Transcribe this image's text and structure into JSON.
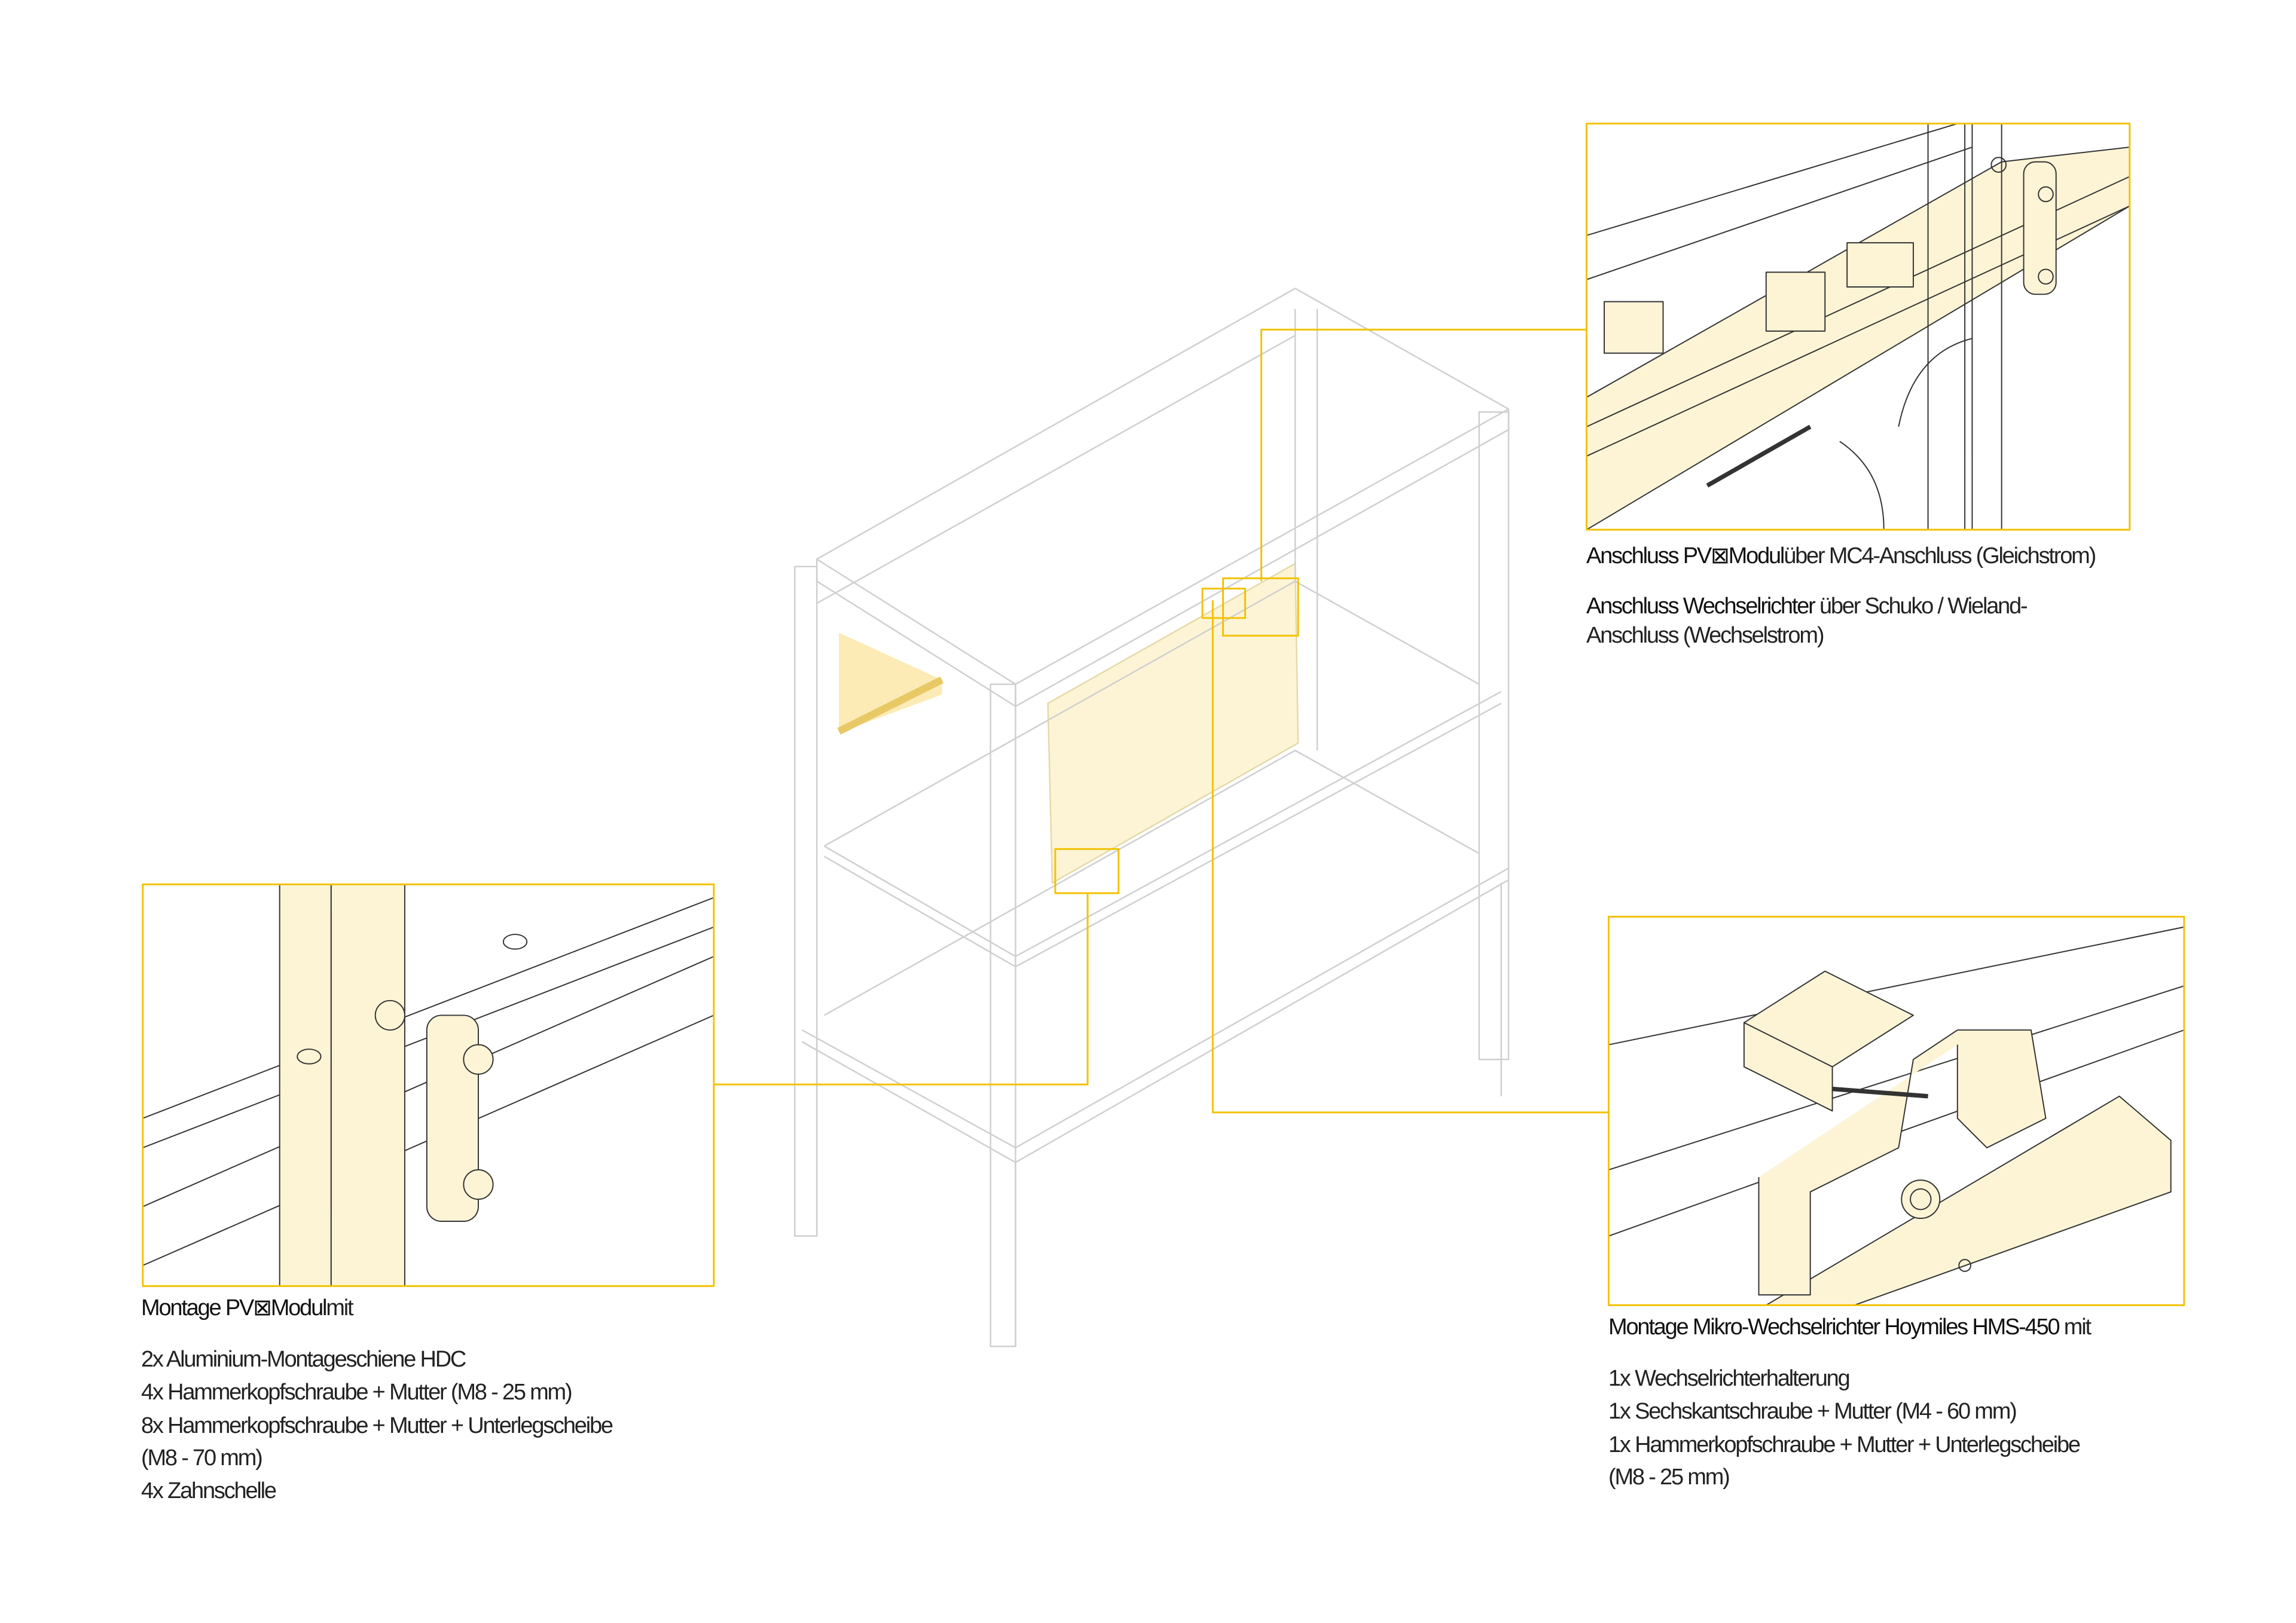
{
  "colors": {
    "accent": "#f2c200",
    "fill": "#fdf4d6",
    "line": "#cfcfcf"
  },
  "callouts": {
    "connection": {
      "line1_bold": "Anschluss PV⊠Modul",
      "line1_rest": "über MC4-Anschluss (Gleichstrom)",
      "line2_bold": "Anschluss  Wechselrichter",
      "line2_rest": " über Schuko / Wieland-",
      "line3": "Anschluss (Wechselstrom)"
    },
    "pv_mount": {
      "title_bold": "Montage PV⊠Modul",
      "title_rest": "mit",
      "items": [
        "2x Aluminium-Montageschiene HDC",
        "4x Hammerkopfschraube + Mutter (M8 - 25 mm)",
        "8x Hammerkopfschraube  + Mutter + Unterlegscheibe",
        "(M8 - 70 mm)",
        "4x Zahnschelle"
      ]
    },
    "inverter_mount": {
      "title_bold": "Montage Mikro-Wechselrichter Hoymiles HMS-450",
      "title_rest": " mit",
      "items": [
        "1x  Wechselrichterhalterung",
        "1x Sechskantschraube  + Mutter (M4 - 60 mm)",
        "1x Hammerkopfschraube + Mutter + Unterlegscheibe",
        "(M8 - 25 mm)"
      ]
    }
  }
}
